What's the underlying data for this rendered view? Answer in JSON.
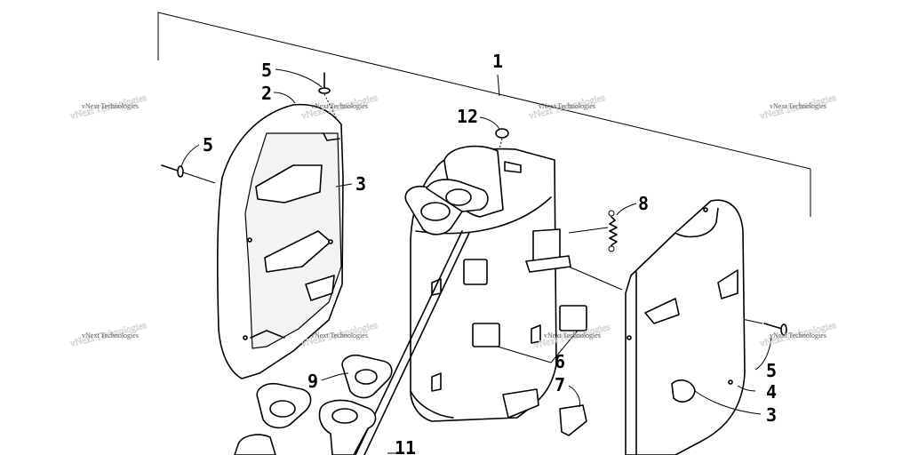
{
  "callouts": {
    "c1": "1",
    "c2": "2",
    "c3a": "3",
    "c3b": "3",
    "c4": "4",
    "c5a": "5",
    "c5b": "5",
    "c5c": "5",
    "c6": "6",
    "c7": "7",
    "c8": "8",
    "c9": "9",
    "c11": "11",
    "c12": "12"
  },
  "watermark": {
    "text": "vNext Technologies"
  }
}
